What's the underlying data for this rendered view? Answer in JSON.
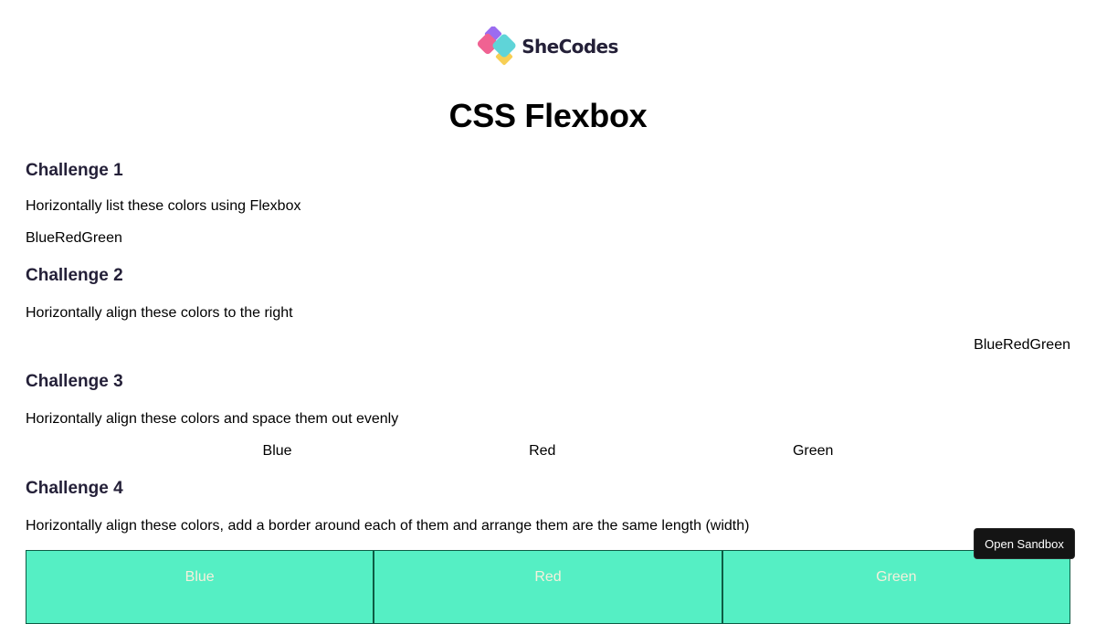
{
  "brand": {
    "name": "SheCodes",
    "colors": {
      "purple": "#9b6cf0",
      "pink": "#f06292",
      "teal": "#5fd4d8",
      "yellow": "#f7cf55"
    }
  },
  "page_title": "CSS Flexbox",
  "challenges": [
    {
      "title": "Challenge 1",
      "description": "Horizontally list these colors using Flexbox",
      "items": [
        "Blue",
        "Red",
        "Green"
      ]
    },
    {
      "title": "Challenge 2",
      "description": "Horizontally align these colors to the right",
      "items": [
        "Blue",
        "Red",
        "Green"
      ]
    },
    {
      "title": "Challenge 3",
      "description": "Horizontally align these colors and space them out evenly",
      "items": [
        "Blue",
        "Red",
        "Green"
      ]
    },
    {
      "title": "Challenge 4",
      "description": "Horizontally align these colors, add a border around each of them and arrange them are the same length (width)",
      "items": [
        "Blue",
        "Red",
        "Green"
      ]
    }
  ],
  "colors": {
    "heading": "#242038",
    "box_bg": "#55efc4",
    "box_border": "#0d5c45",
    "box_text": "#f5f0dc"
  },
  "sandbox_button": {
    "label": "Open Sandbox"
  }
}
